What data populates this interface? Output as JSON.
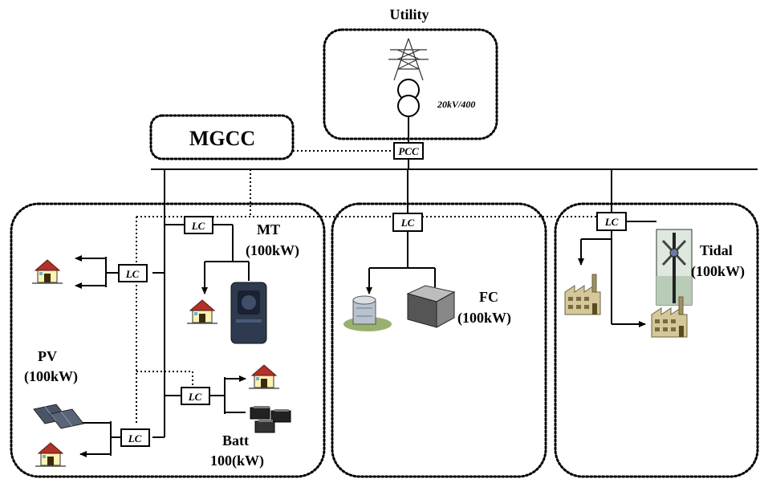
{
  "utility": {
    "title": "Utility",
    "transformer_rating": "20kV/400"
  },
  "pcc_label": "PCC",
  "mgcc_label": "MGCC",
  "lc_label": "LC",
  "mt": {
    "name": "MT",
    "rating": "(100kW)"
  },
  "pv": {
    "name": "PV",
    "rating": "(100kW)"
  },
  "batt": {
    "name": "Batt",
    "rating": "100(kW)"
  },
  "fc": {
    "name": "FC",
    "rating": "(100kW)"
  },
  "tidal": {
    "name": "Tidal",
    "rating": "(100kW)"
  },
  "icons": [
    "transmission-tower-icon",
    "transformer-icon",
    "house-icon",
    "microturbine-icon",
    "solar-panel-icon",
    "battery-icon",
    "building-icon",
    "fuel-cell-icon",
    "factory-icon",
    "tidal-turbine-icon"
  ]
}
